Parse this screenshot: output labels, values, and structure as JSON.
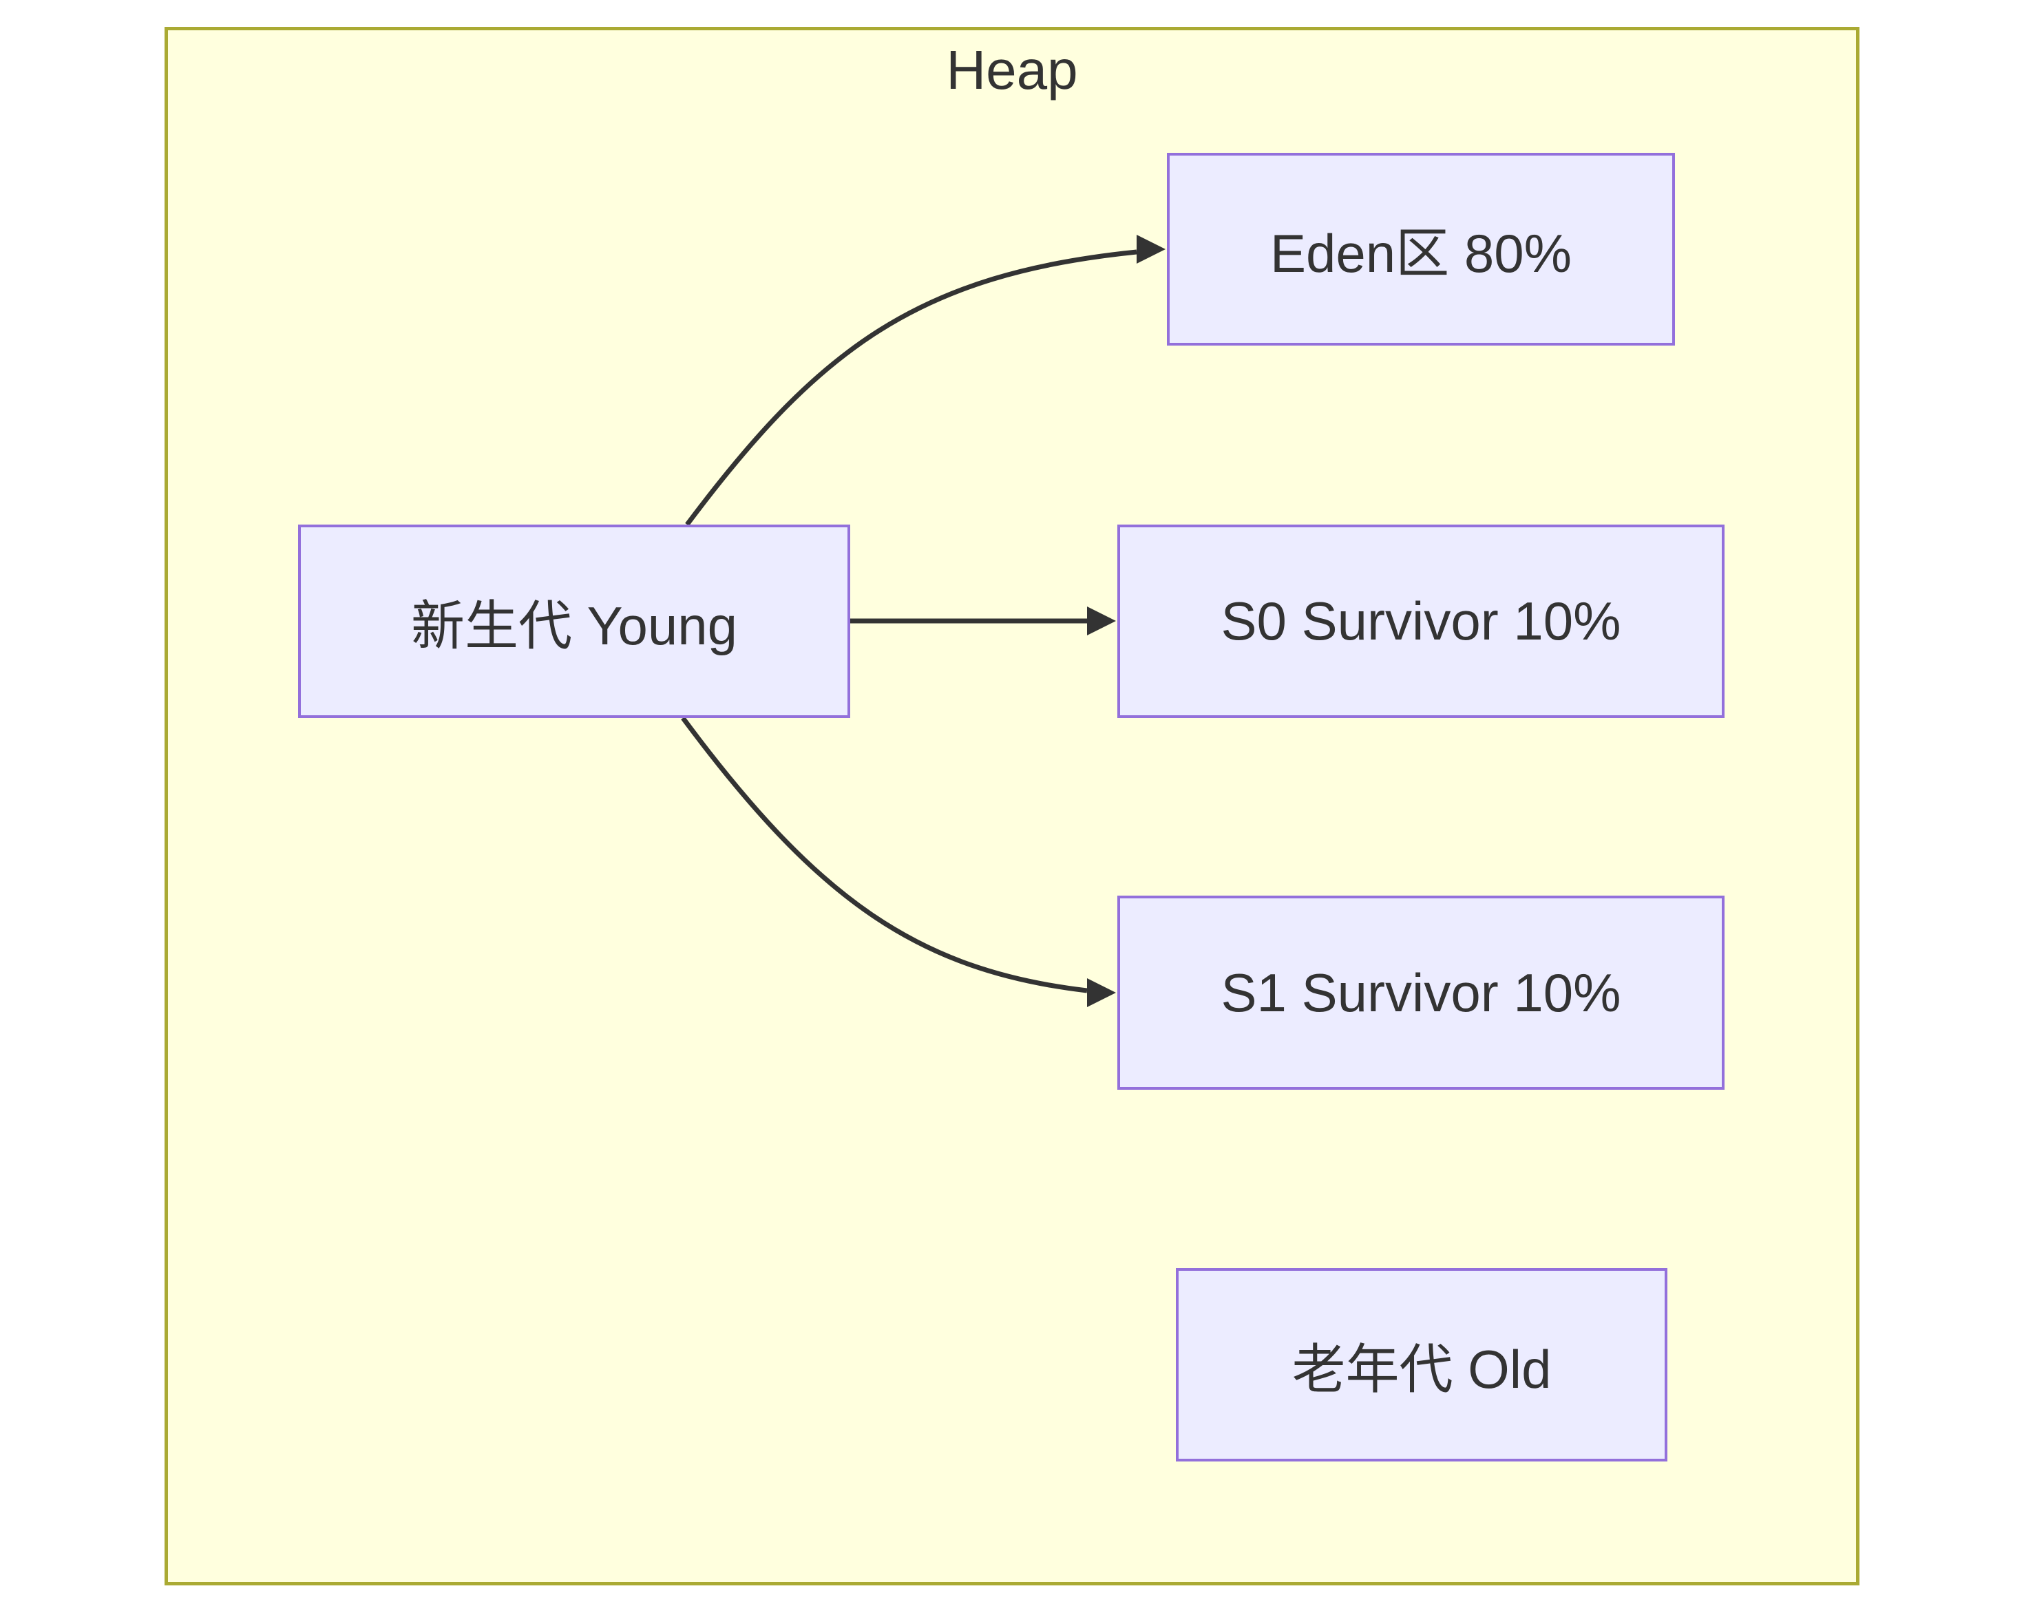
{
  "diagram": {
    "type": "flowchart",
    "direction": "left-to-right",
    "container": {
      "label": "Heap"
    },
    "nodes": {
      "young": {
        "label": "新生代 Young"
      },
      "eden": {
        "label": "Eden区 80%"
      },
      "s0": {
        "label": "S0 Survivor 10%"
      },
      "s1": {
        "label": "S1 Survivor 10%"
      },
      "old": {
        "label": "老年代 Old"
      }
    },
    "edges": [
      {
        "from": "young",
        "to": "eden",
        "arrow": "filled-triangle"
      },
      {
        "from": "young",
        "to": "s0",
        "arrow": "filled-triangle"
      },
      {
        "from": "young",
        "to": "s1",
        "arrow": "filled-triangle"
      }
    ],
    "colors": {
      "node_fill": "#ececff",
      "node_border": "#9370db",
      "container_fill": "#ffffde",
      "container_border": "#aaaa33",
      "edge": "#333333",
      "text": "#333333",
      "page_background": "#ffffff"
    }
  }
}
